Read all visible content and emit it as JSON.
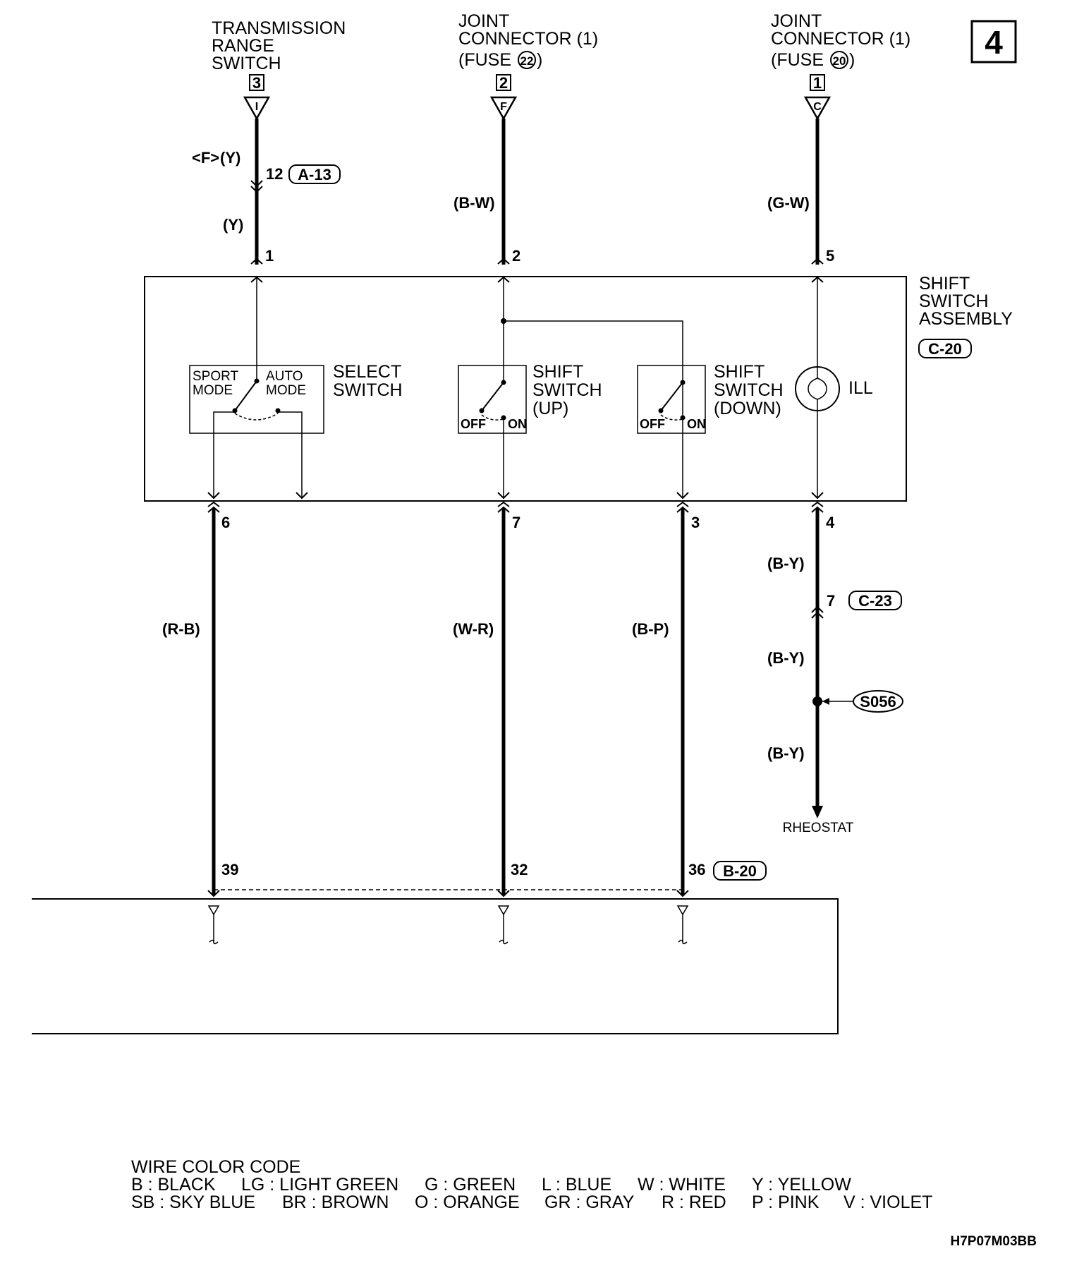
{
  "page_number": "4",
  "top_components": [
    {
      "lines": [
        "TRANSMISSION",
        "RANGE",
        "SWITCH"
      ],
      "terminal": "3",
      "connector_letter": "I"
    },
    {
      "lines": [
        "JOINT",
        "CONNECTOR (1)",
        "(FUSE",
        ")"
      ],
      "fuse_number": "22",
      "terminal": "2",
      "connector_letter": "F"
    },
    {
      "lines": [
        "JOINT",
        "CONNECTOR (1)",
        "(FUSE",
        ")"
      ],
      "fuse_number": "20",
      "terminal": "1",
      "connector_letter": "C"
    }
  ],
  "wire1": {
    "variant": "<F>",
    "upper_color": "(Y)",
    "connector_pin": "12",
    "connector_ref": "A-13",
    "lower_color": "(Y)",
    "pin": "1"
  },
  "wire2": {
    "color": "(B-W)",
    "pin": "2"
  },
  "wire3": {
    "color": "(G-W)",
    "pin": "5"
  },
  "assembly": {
    "lines": [
      "SHIFT",
      "SWITCH",
      "ASSEMBLY"
    ],
    "connector_ref": "C-20"
  },
  "select_switch": {
    "lines": [
      "SELECT",
      "SWITCH"
    ],
    "sport": [
      "SPORT",
      "MODE"
    ],
    "auto": [
      "AUTO",
      "MODE"
    ]
  },
  "shift_up": {
    "lines": [
      "SHIFT",
      "SWITCH",
      "(UP)"
    ],
    "off": "OFF",
    "on": "ON"
  },
  "shift_down": {
    "lines": [
      "SHIFT",
      "SWITCH",
      "(DOWN)"
    ],
    "off": "OFF",
    "on": "ON"
  },
  "ill": "ILL",
  "bottom_pins": [
    "6",
    "7",
    "3",
    "4"
  ],
  "lower_wires": {
    "left": "(R-B)",
    "mid": "(W-R)",
    "right": "(B-P)"
  },
  "ill_circuit": {
    "color1": "(B-Y)",
    "connector_pin": "7",
    "connector_ref": "C-23",
    "color2": "(B-Y)",
    "splice": "S056",
    "color3": "(B-Y)",
    "destination": "RHEOSTAT"
  },
  "ecu_pins": {
    "p1": "39",
    "p2": "32",
    "p3": "36",
    "connector_ref": "B-20"
  },
  "legend": {
    "title": "WIRE COLOR CODE",
    "row1": [
      "B : BLACK",
      "LG : LIGHT GREEN",
      "G : GREEN",
      "L : BLUE",
      "W : WHITE",
      "Y : YELLOW"
    ],
    "row2": [
      "SB : SKY BLUE",
      "BR : BROWN",
      "O : ORANGE",
      "GR : GRAY",
      "R : RED",
      "P : PINK",
      "V : VIOLET"
    ]
  },
  "diagram_code": "H7P07M03BB"
}
